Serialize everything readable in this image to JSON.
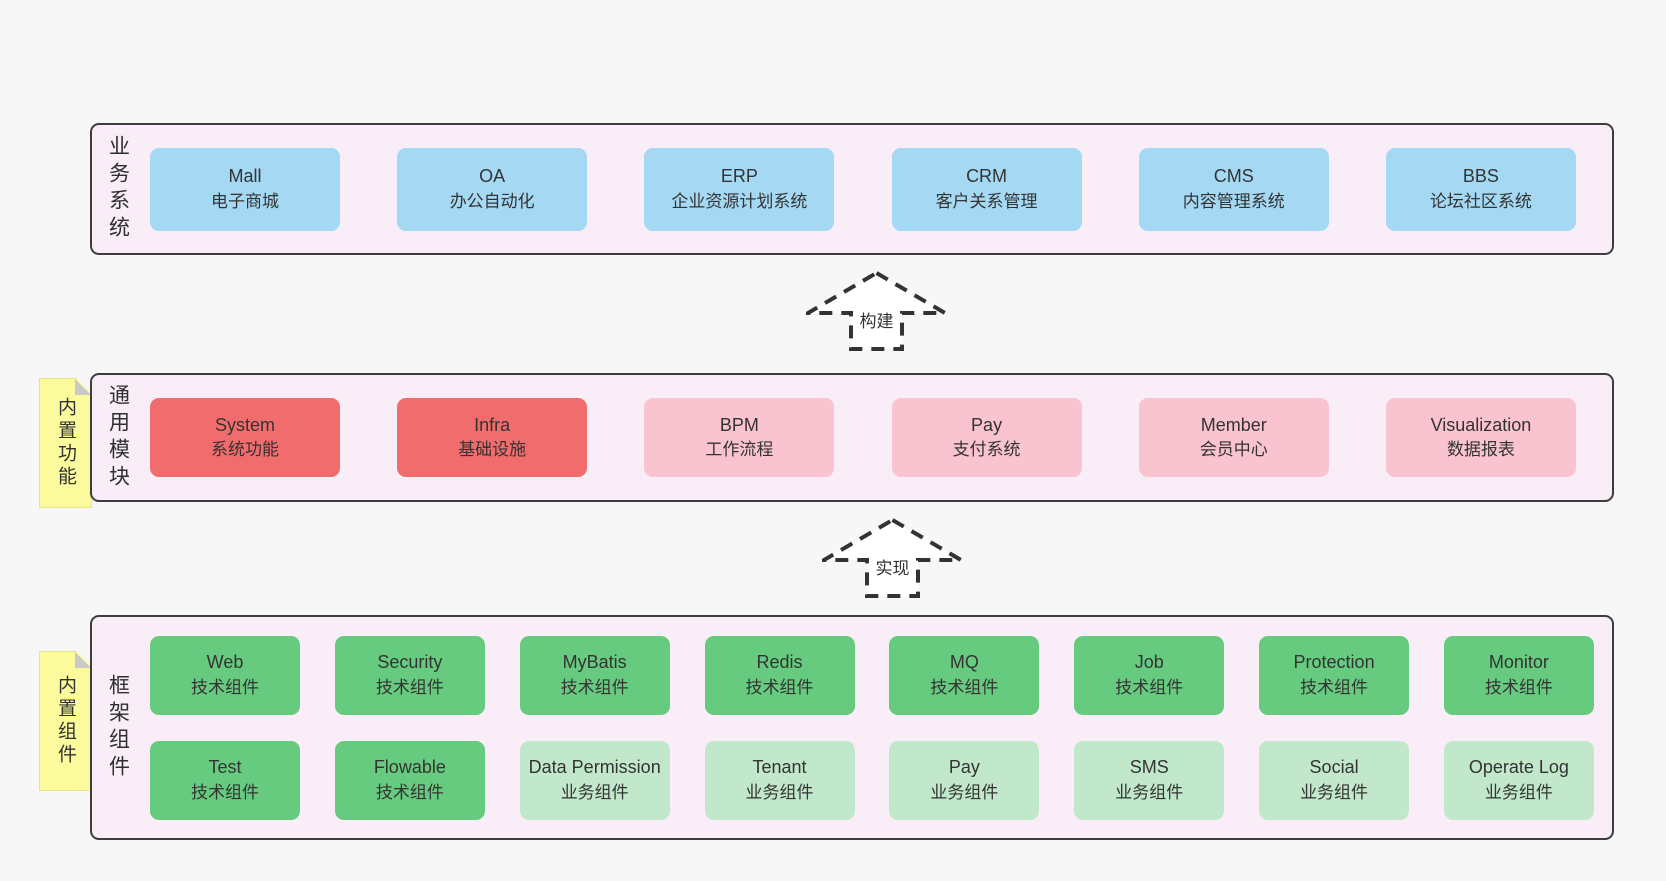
{
  "colors": {
    "page_bg": "#f7f7f7",
    "panel_bg": "#f9eef7",
    "line": "#3d3d3d",
    "text": "#363636",
    "blue": "#a5d8f3",
    "red": "#f16c6c",
    "pink": "#f9c4cf",
    "green_dark": "#67cb7f",
    "green_light": "#c2e8cb",
    "note_yellow": "#fbfb9e",
    "fold_gray": "#c9c9c9"
  },
  "business": {
    "label": "业务系统",
    "boxes": [
      {
        "title": "Mall",
        "subtitle": "电子商城"
      },
      {
        "title": "OA",
        "subtitle": "办公自动化"
      },
      {
        "title": "ERP",
        "subtitle": "企业资源计划系统"
      },
      {
        "title": "CRM",
        "subtitle": "客户关系管理"
      },
      {
        "title": "CMS",
        "subtitle": "内容管理系统"
      },
      {
        "title": "BBS",
        "subtitle": "论坛社区系统"
      }
    ]
  },
  "arrows": {
    "build": "构建",
    "implement": "实现"
  },
  "modules": {
    "note": "内置功能",
    "label": "通用模块",
    "boxes": [
      {
        "title": "System",
        "subtitle": "系统功能"
      },
      {
        "title": "Infra",
        "subtitle": "基础设施"
      },
      {
        "title": "BPM",
        "subtitle": "工作流程"
      },
      {
        "title": "Pay",
        "subtitle": "支付系统"
      },
      {
        "title": "Member",
        "subtitle": "会员中心"
      },
      {
        "title": "Visualization",
        "subtitle": "数据报表"
      }
    ]
  },
  "components": {
    "note": "内置组件",
    "label": "框架组件",
    "row1": [
      {
        "title": "Web",
        "subtitle": "技术组件"
      },
      {
        "title": "Security",
        "subtitle": "技术组件"
      },
      {
        "title": "MyBatis",
        "subtitle": "技术组件"
      },
      {
        "title": "Redis",
        "subtitle": "技术组件"
      },
      {
        "title": "MQ",
        "subtitle": "技术组件"
      },
      {
        "title": "Job",
        "subtitle": "技术组件"
      },
      {
        "title": "Protection",
        "subtitle": "技术组件"
      },
      {
        "title": "Monitor",
        "subtitle": "技术组件"
      }
    ],
    "row2": [
      {
        "title": "Test",
        "subtitle": "技术组件"
      },
      {
        "title": "Flowable",
        "subtitle": "技术组件"
      },
      {
        "title": "Data Permission",
        "subtitle": "业务组件"
      },
      {
        "title": "Tenant",
        "subtitle": "业务组件"
      },
      {
        "title": "Pay",
        "subtitle": "业务组件"
      },
      {
        "title": "SMS",
        "subtitle": "业务组件"
      },
      {
        "title": "Social",
        "subtitle": "业务组件"
      },
      {
        "title": "Operate Log",
        "subtitle": "业务组件"
      }
    ]
  }
}
